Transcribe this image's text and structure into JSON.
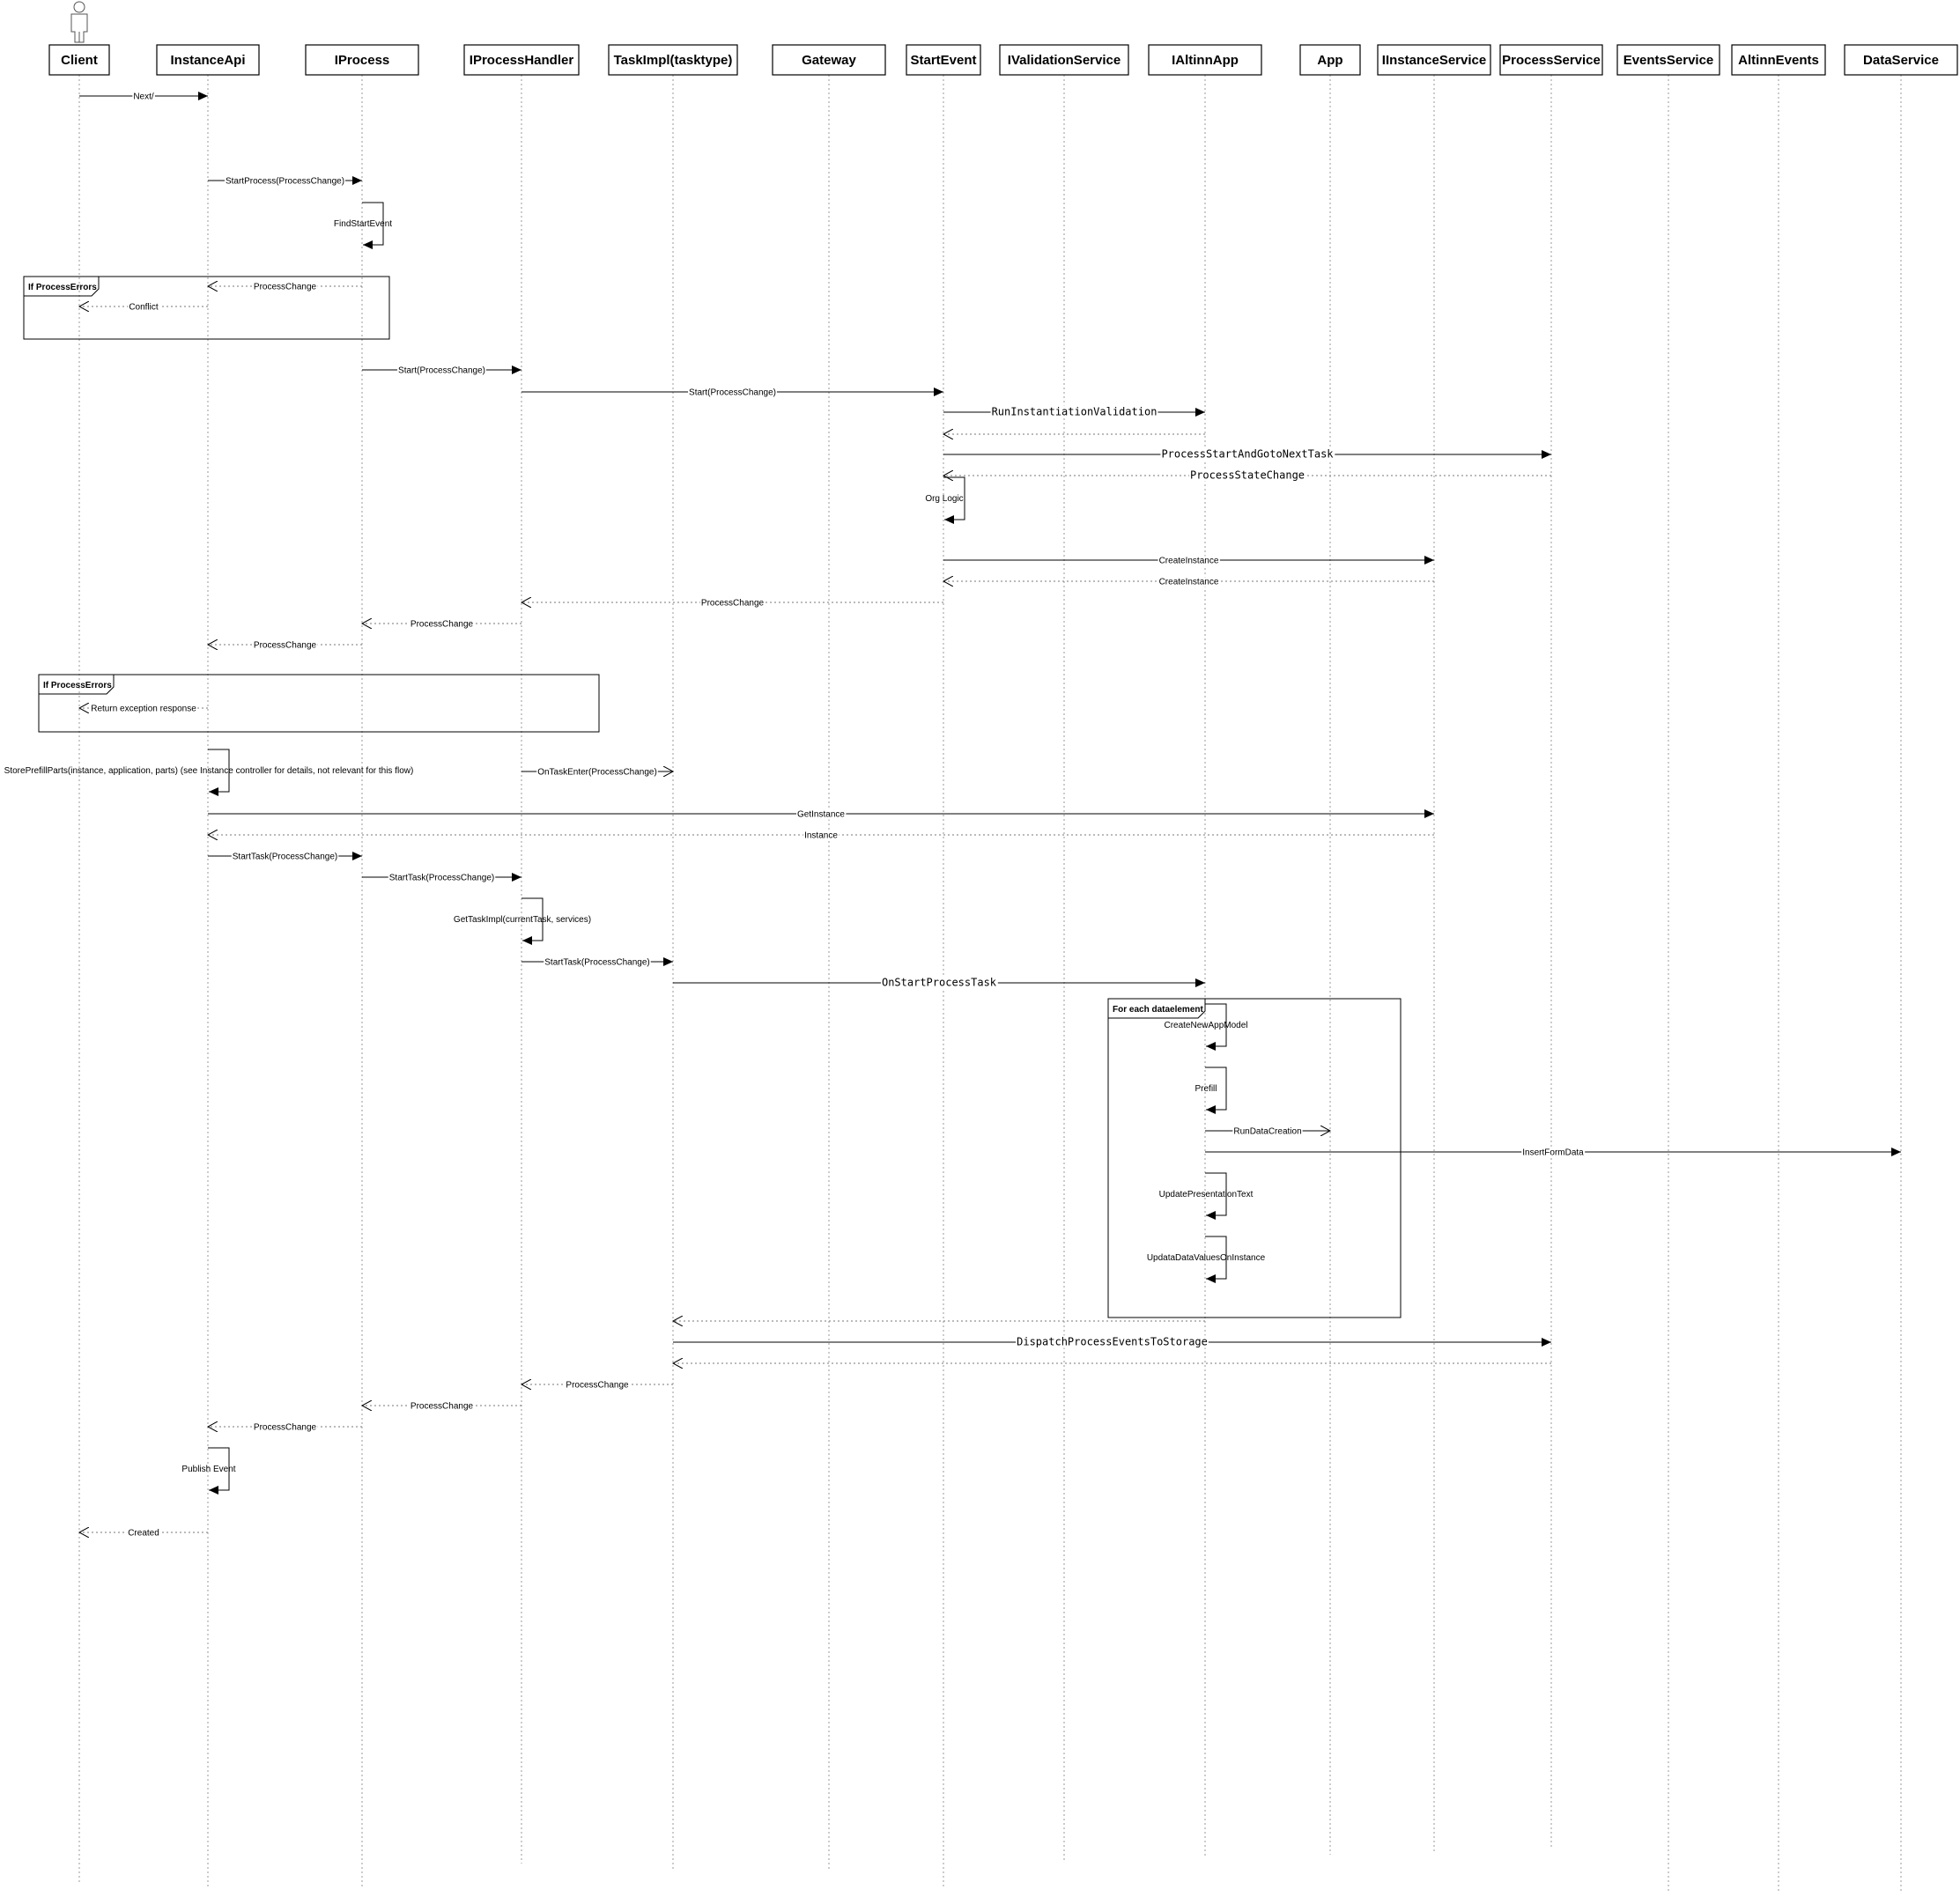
{
  "participants": [
    {
      "id": "client",
      "name": "Client",
      "actor": true
    },
    {
      "id": "instanceapi",
      "name": "InstanceApi"
    },
    {
      "id": "iprocess",
      "name": "IProcess"
    },
    {
      "id": "iprocesshandler",
      "name": "IProcessHandler"
    },
    {
      "id": "taskimpl",
      "name": "TaskImpl(tasktype)"
    },
    {
      "id": "gateway",
      "name": "Gateway"
    },
    {
      "id": "startevent",
      "name": "StartEvent"
    },
    {
      "id": "ivalidationservice",
      "name": "IValidationService"
    },
    {
      "id": "ialtinnapp",
      "name": "IAltinnApp"
    },
    {
      "id": "app",
      "name": "App"
    },
    {
      "id": "iinstanceservice",
      "name": "IInstanceService"
    },
    {
      "id": "processservice",
      "name": "ProcessService"
    },
    {
      "id": "eventsservice",
      "name": "EventsService"
    },
    {
      "id": "altinnevents",
      "name": "AltinnEvents"
    },
    {
      "id": "dataservice",
      "name": "DataService"
    }
  ],
  "frames": [
    {
      "label": "If ProcessErrors"
    },
    {
      "label": "If ProcessErrors"
    },
    {
      "label": "For each dataelement"
    }
  ],
  "messages": [
    {
      "from": "client",
      "to": "instanceapi",
      "label": "Next/",
      "kind": "call"
    },
    {
      "from": "instanceapi",
      "to": "iprocess",
      "label": "StartProcess(ProcessChange)",
      "kind": "call"
    },
    {
      "from": "iprocess",
      "to": "iprocess",
      "label": "FindStartEvent",
      "kind": "self"
    },
    {
      "from": "iprocess",
      "to": "instanceapi",
      "label": "ProcessChange",
      "kind": "return"
    },
    {
      "from": "instanceapi",
      "to": "client",
      "label": "Conflict",
      "kind": "return"
    },
    {
      "from": "iprocess",
      "to": "iprocesshandler",
      "label": "Start(ProcessChange)",
      "kind": "call"
    },
    {
      "from": "iprocesshandler",
      "to": "startevent",
      "label": "Start(ProcessChange)",
      "kind": "call"
    },
    {
      "from": "startevent",
      "to": "ialtinnapp",
      "label": "RunInstantiationValidation",
      "kind": "call",
      "mono": true
    },
    {
      "from": "ialtinnapp",
      "to": "startevent",
      "label": "",
      "kind": "return"
    },
    {
      "from": "startevent",
      "to": "processservice",
      "label": "ProcessStartAndGotoNextTask",
      "kind": "call",
      "mono": true
    },
    {
      "from": "processservice",
      "to": "startevent",
      "label": "ProcessStateChange",
      "kind": "return",
      "mono": true
    },
    {
      "from": "startevent",
      "to": "startevent",
      "label": "Org Logic",
      "kind": "self"
    },
    {
      "from": "startevent",
      "to": "iinstanceservice",
      "label": "CreateInstance",
      "kind": "call"
    },
    {
      "from": "iinstanceservice",
      "to": "startevent",
      "label": "CreateInstance",
      "kind": "return"
    },
    {
      "from": "startevent",
      "to": "iprocesshandler",
      "label": "ProcessChange",
      "kind": "return"
    },
    {
      "from": "iprocesshandler",
      "to": "iprocess",
      "label": "ProcessChange",
      "kind": "return"
    },
    {
      "from": "iprocess",
      "to": "instanceapi",
      "label": "ProcessChange",
      "kind": "return"
    },
    {
      "from": "instanceapi",
      "to": "client",
      "label": "Return exception response",
      "kind": "return"
    },
    {
      "from": "instanceapi",
      "to": "instanceapi",
      "label": "StorePrefillParts(instance, application, parts) (see Instance controller for details, not relevant for this flow)",
      "kind": "self"
    },
    {
      "from": "iprocesshandler",
      "to": "taskimpl",
      "label": "OnTaskEnter(ProcessChange)",
      "kind": "async"
    },
    {
      "from": "instanceapi",
      "to": "iinstanceservice",
      "label": "GetInstance",
      "kind": "call"
    },
    {
      "from": "iinstanceservice",
      "to": "instanceapi",
      "label": "Instance",
      "kind": "return"
    },
    {
      "from": "instanceapi",
      "to": "iprocess",
      "label": "StartTask(ProcessChange)",
      "kind": "call"
    },
    {
      "from": "iprocess",
      "to": "iprocesshandler",
      "label": "StartTask(ProcessChange)",
      "kind": "call"
    },
    {
      "from": "iprocesshandler",
      "to": "iprocesshandler",
      "label": "GetTaskImpl(currentTask, services)",
      "kind": "self"
    },
    {
      "from": "iprocesshandler",
      "to": "taskimpl",
      "label": "StartTask(ProcessChange)",
      "kind": "call"
    },
    {
      "from": "taskimpl",
      "to": "ialtinnapp",
      "label": "OnStartProcessTask",
      "kind": "call",
      "mono": true
    },
    {
      "from": "ialtinnapp",
      "to": "ialtinnapp",
      "label": "CreateNewAppModel",
      "kind": "self"
    },
    {
      "from": "ialtinnapp",
      "to": "ialtinnapp",
      "label": "Prefill",
      "kind": "self"
    },
    {
      "from": "ialtinnapp",
      "to": "app",
      "label": "RunDataCreation",
      "kind": "async"
    },
    {
      "from": "ialtinnapp",
      "to": "dataservice",
      "label": "InsertFormData",
      "kind": "call"
    },
    {
      "from": "ialtinnapp",
      "to": "ialtinnapp",
      "label": "UpdatePresentationText",
      "kind": "self"
    },
    {
      "from": "ialtinnapp",
      "to": "ialtinnapp",
      "label": "UpdataDataValuesOnInstance",
      "kind": "self"
    },
    {
      "from": "ialtinnapp",
      "to": "taskimpl",
      "label": "",
      "kind": "return"
    },
    {
      "from": "taskimpl",
      "to": "processservice",
      "label": "DispatchProcessEventsToStorage",
      "kind": "call",
      "mono": true
    },
    {
      "from": "processservice",
      "to": "taskimpl",
      "label": "",
      "kind": "return"
    },
    {
      "from": "taskimpl",
      "to": "iprocesshandler",
      "label": "ProcessChange",
      "kind": "return"
    },
    {
      "from": "iprocesshandler",
      "to": "iprocess",
      "label": "ProcessChange",
      "kind": "return"
    },
    {
      "from": "iprocess",
      "to": "instanceapi",
      "label": "ProcessChange",
      "kind": "return"
    },
    {
      "from": "instanceapi",
      "to": "instanceapi",
      "label": "Publish Event",
      "kind": "self"
    },
    {
      "from": "instanceapi",
      "to": "client",
      "label": "Created",
      "kind": "return"
    }
  ]
}
